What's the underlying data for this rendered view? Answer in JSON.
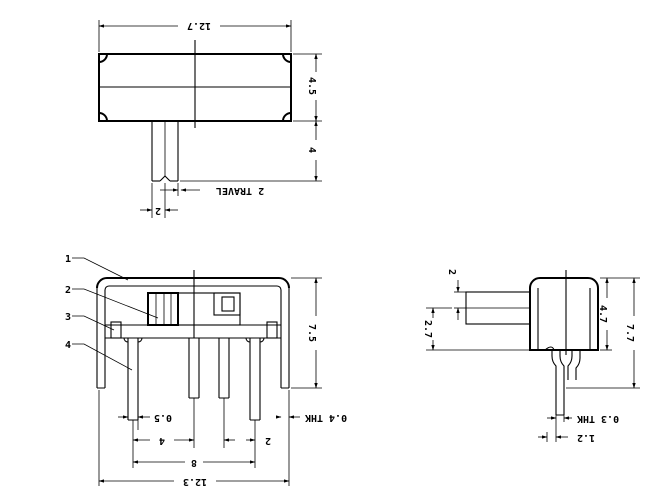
{
  "top_view": {
    "width": "12.7",
    "height": "4.5",
    "actuator_length": "4",
    "actuator_width": "2",
    "travel": "2 TRAVEL"
  },
  "front_view": {
    "callouts": [
      "1",
      "2",
      "3",
      "4"
    ],
    "height": "7.5",
    "pin_width": "0.5",
    "pitch_outer": "4",
    "pitch_right": "2",
    "span": "8",
    "overall": "12.3",
    "thk": "0.4 THK"
  },
  "side_view": {
    "actuator_thk": "2",
    "actuator_offset": "2.7",
    "body_height": "4.7",
    "overall_height": "7.7",
    "thk": "0.3 THK",
    "pin_width": "1.2"
  }
}
